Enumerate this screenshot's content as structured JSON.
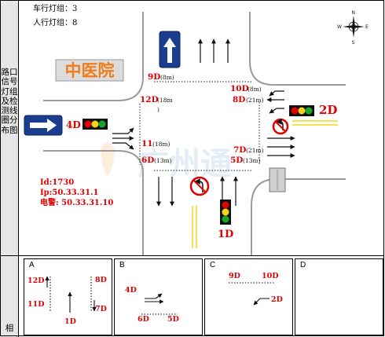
{
  "side": {
    "title": "路口信号灯组及检测线圈分布图",
    "bottom_label": "相"
  },
  "counts": {
    "vehicle_groups": "车行灯组：3",
    "ped_groups": "人行灯组：8"
  },
  "landmark": "中医院",
  "compass": {
    "n": "N",
    "s": "S",
    "e": "E",
    "w": "W"
  },
  "device": {
    "id": "Id:1730",
    "ip": "Ip:50.33.31.1",
    "phone": "电警: 50.33.31.10"
  },
  "signals": {
    "s4d": "4D",
    "s2d": "2D",
    "s1d": "1D"
  },
  "detectors": {
    "d9": "9D",
    "d9_len": "(8m)",
    "d12": "12D",
    "d12_len": "(18m",
    "d12_close": ")",
    "d10": "10D",
    "d10_len": "(8m)",
    "d8": "8D",
    "d8_len": "(21m)",
    "d11": "11",
    "d11_len": "(18m)",
    "d6": "6D",
    "d6_len": "(13m)",
    "d7": "7D",
    "d7_len": "(21m)",
    "d5": "5D",
    "d5_len": "(13m)"
  },
  "watermark": "广州通",
  "phases": [
    {
      "letter": "A",
      "labels": [
        "12D",
        "11D",
        "8D",
        "7D",
        "1D"
      ]
    },
    {
      "letter": "B",
      "labels": [
        "4D",
        "6D",
        "5D"
      ]
    },
    {
      "letter": "C",
      "labels": [
        "9D",
        "10D",
        "2D"
      ]
    },
    {
      "letter": "D",
      "labels": []
    }
  ],
  "colors": {
    "signal_red": "#e00000",
    "signal_yellow": "#f2d21b",
    "signal_green": "#17a52b",
    "label_red": "#e00000",
    "sign_blue": "#1a3d8f",
    "landmark_text": "#f07d1a",
    "landmark_bg": "#dcdcdc",
    "road_line": "#9a9a9a",
    "center_line": "#f5e050"
  }
}
